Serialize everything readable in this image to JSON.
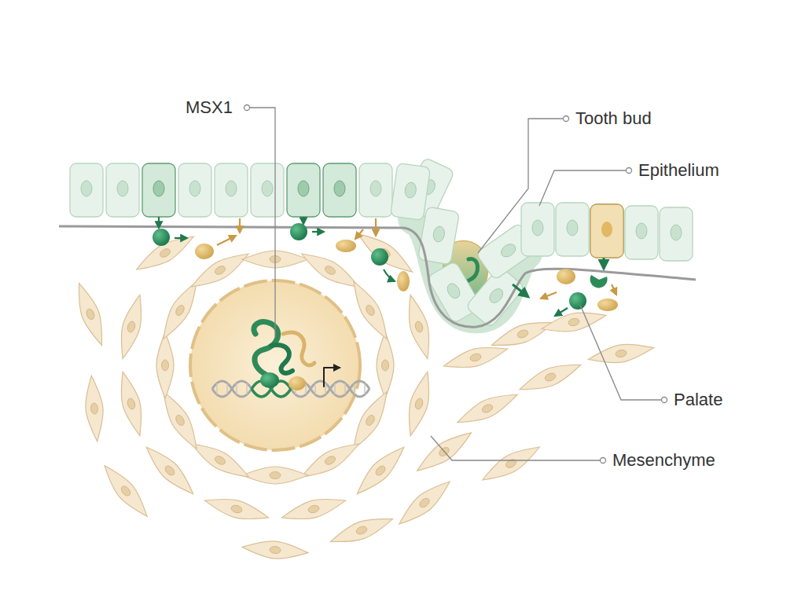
{
  "diagram": {
    "labels": [
      "MSX1",
      "Tooth bud",
      "Epithelium",
      "Palate",
      "Mesenchyme"
    ]
  }
}
